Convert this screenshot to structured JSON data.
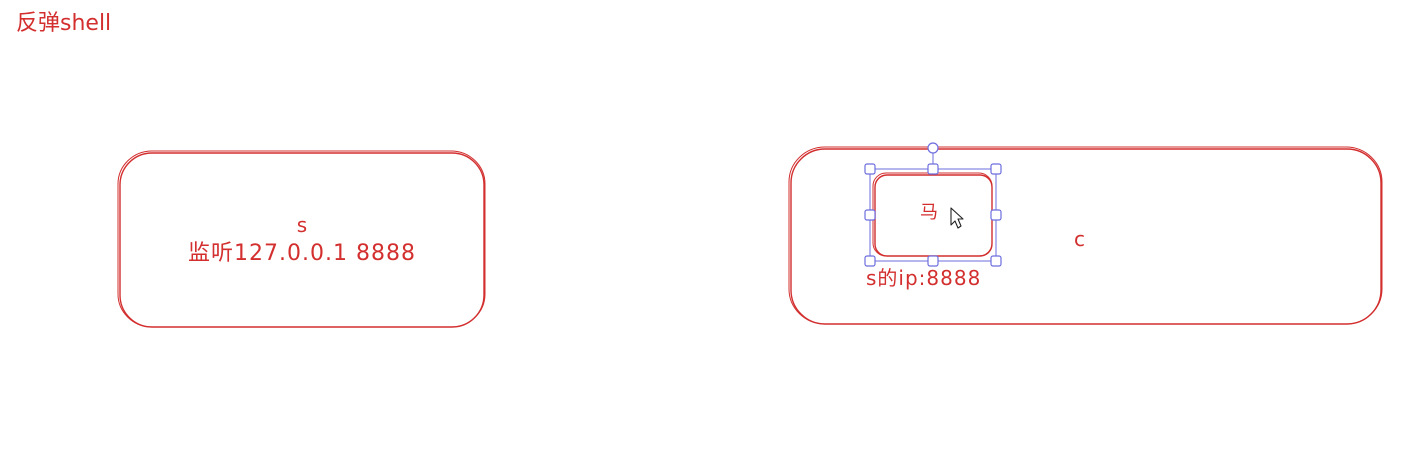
{
  "title": "反弹shell",
  "server_box": {
    "label": "s",
    "listen_text": "监听127.0.0.1 8888"
  },
  "client_box": {
    "label": "c"
  },
  "inner_box": {
    "label": "马",
    "target_text": "s的ip:8888"
  },
  "colors": {
    "stroke": "#d32f2f",
    "selection": "#6d6ddf",
    "background": "#ffffff"
  },
  "icons": [
    "mouse-pointer-icon",
    "rotate-handle-icon",
    "resize-handle-icon"
  ]
}
